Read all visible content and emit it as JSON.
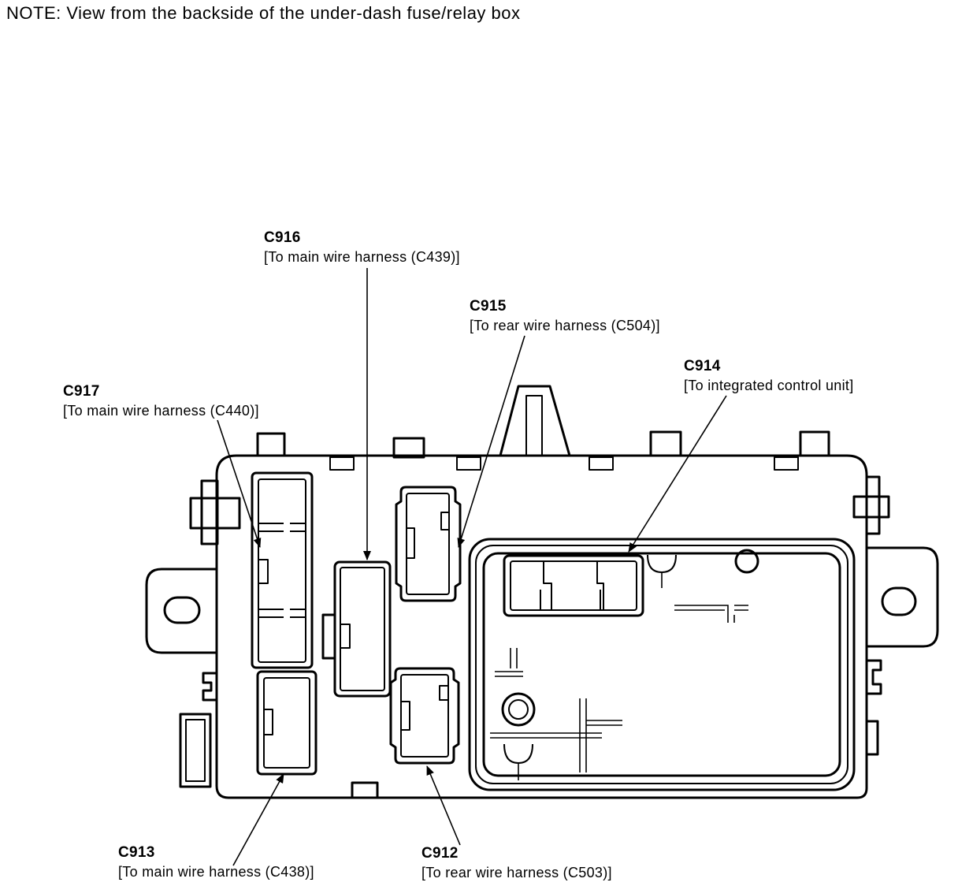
{
  "note": "NOTE:  View from the backside of the under-dash fuse/relay box",
  "connectors": {
    "c916": {
      "code": "C916",
      "desc": "[To main wire harness (C439)]"
    },
    "c915": {
      "code": "C915",
      "desc": "[To rear wire harness (C504)]"
    },
    "c914": {
      "code": "C914",
      "desc": "[To integrated control unit]"
    },
    "c917": {
      "code": "C917",
      "desc": "[To main wire harness (C440)]"
    },
    "c913": {
      "code": "C913",
      "desc": "[To main wire harness (C438)]"
    },
    "c912": {
      "code": "C912",
      "desc": "[To rear wire harness (C503)]"
    }
  }
}
